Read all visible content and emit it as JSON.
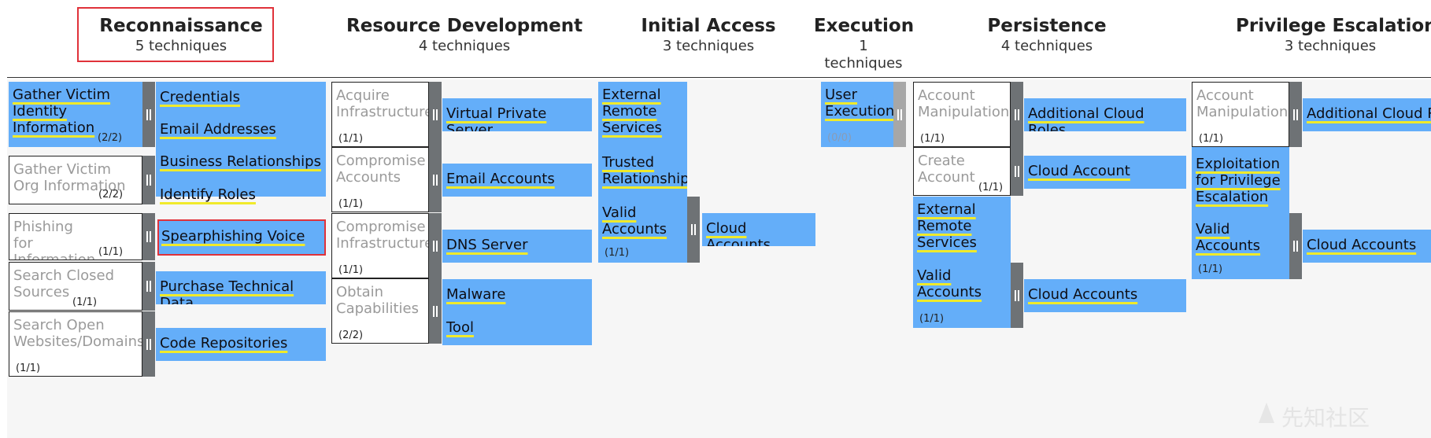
{
  "tactics": [
    {
      "name": "Reconnaissance",
      "count": "5  techniques"
    },
    {
      "name": "Resource Development",
      "count": "4  techniques"
    },
    {
      "name": "Initial Access",
      "count": "3  techniques"
    },
    {
      "name": "Execution",
      "count": "1  techniques"
    },
    {
      "name": "Persistence",
      "count": "4  techniques"
    },
    {
      "name": "Privilege Escalation",
      "count": "3  techniques"
    }
  ],
  "recon": {
    "techniques": [
      {
        "label": "Gather Victim Identity Information",
        "count": "(2/2)"
      },
      {
        "label": "Gather Victim Org Information",
        "count": "(2/2)"
      },
      {
        "label": "Phishing for Information",
        "count": "(1/1)"
      },
      {
        "label": "Search Closed Sources",
        "count": "(1/1)"
      },
      {
        "label": "Search Open Websites/Domains",
        "count": "(1/1)"
      }
    ],
    "subs": [
      "Credentials",
      "Email Addresses",
      "Business Relationships",
      "Identify Roles",
      "Spearphishing Voice",
      "Purchase Technical Data",
      "Code Repositories"
    ]
  },
  "resource": {
    "techniques": [
      {
        "label": "Acquire Infrastructure",
        "count": "(1/1)"
      },
      {
        "label": "Compromise Accounts",
        "count": "(1/1)"
      },
      {
        "label": "Compromise Infrastructure",
        "count": "(1/1)"
      },
      {
        "label": "Obtain Capabilities",
        "count": "(2/2)"
      }
    ],
    "subs": [
      "Virtual Private Server",
      "Email Accounts",
      "DNS Server",
      "Malware",
      "Tool"
    ]
  },
  "initial": {
    "techniques": [
      {
        "label": "External Remote Services",
        "count": ""
      },
      {
        "label": "Trusted Relationship",
        "count": ""
      },
      {
        "label": "Valid Accounts",
        "count": "(1/1)"
      }
    ],
    "subs": [
      "Cloud Accounts"
    ]
  },
  "execution": {
    "techniques": [
      {
        "label": "User Execution",
        "count": "(0/0)"
      }
    ]
  },
  "persistence": {
    "techniques": [
      {
        "label": "Account Manipulation",
        "count": "(1/1)"
      },
      {
        "label": "Create Account",
        "count": "(1/1)"
      },
      {
        "label": "External Remote Services",
        "count": ""
      },
      {
        "label": "Valid Accounts",
        "count": "(1/1)"
      }
    ],
    "subs": [
      "Additional Cloud Roles",
      "Cloud Account",
      "Cloud Accounts"
    ]
  },
  "privesc": {
    "techniques": [
      {
        "label": "Account Manipulation",
        "count": "(1/1)"
      },
      {
        "label": "Exploitation for Privilege Escalation",
        "count": ""
      },
      {
        "label": "Valid Accounts",
        "count": "(1/1)"
      }
    ],
    "subs": [
      "Additional Cloud Roles",
      "Cloud Accounts"
    ]
  },
  "watermark": "先知社区",
  "colors": {
    "selected": "#64aef9",
    "underline": "#f0ea2a",
    "highlight_box": "#e0323a",
    "handle": "#6e7275"
  }
}
